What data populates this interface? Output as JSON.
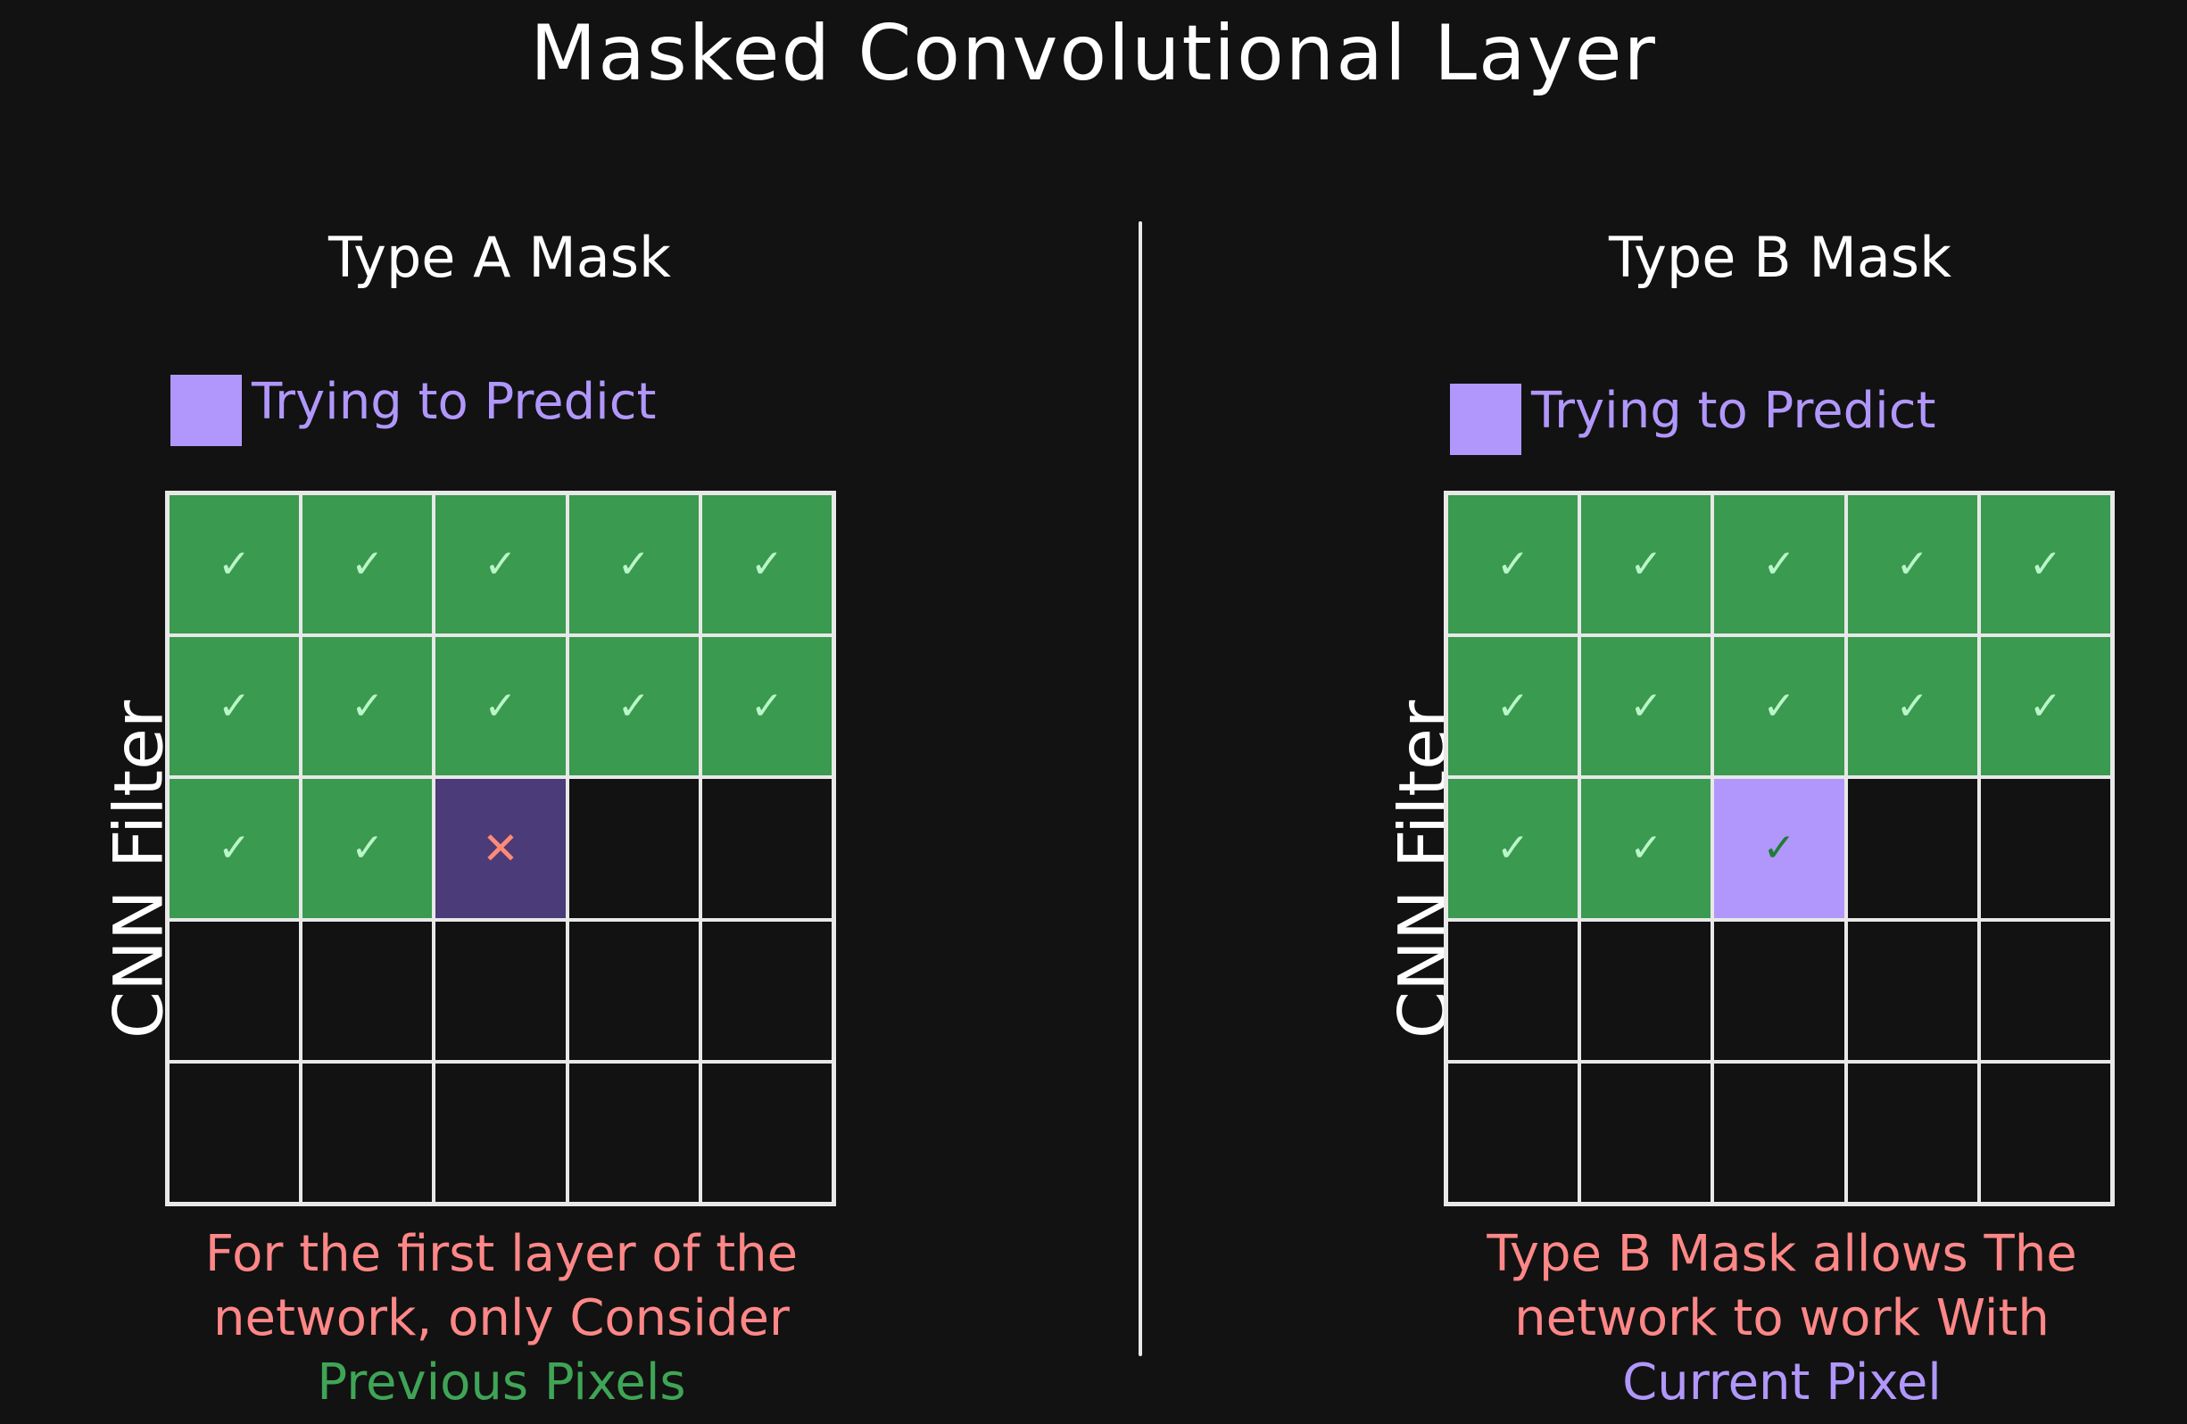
{
  "title": "Masked Convolutional Layer",
  "panels": [
    {
      "title": "Type A Mask",
      "legend": "Trying to Predict",
      "ylabel": "CNN Filter",
      "grid": [
        [
          "ok",
          "ok",
          "ok",
          "ok",
          "ok"
        ],
        [
          "ok",
          "ok",
          "ok",
          "ok",
          "ok"
        ],
        [
          "ok",
          "ok",
          "target-a",
          "empty",
          "empty"
        ],
        [
          "empty",
          "empty",
          "empty",
          "empty",
          "empty"
        ],
        [
          "empty",
          "empty",
          "empty",
          "empty",
          "empty"
        ]
      ],
      "caption_line1": "For the first layer of the",
      "caption_line2": "network, only Consider",
      "caption_line3": "Previous Pixels"
    },
    {
      "title": "Type B Mask",
      "legend": "Trying to Predict",
      "ylabel": "CNN Filter",
      "grid": [
        [
          "ok",
          "ok",
          "ok",
          "ok",
          "ok"
        ],
        [
          "ok",
          "ok",
          "ok",
          "ok",
          "ok"
        ],
        [
          "ok",
          "ok",
          "target-b",
          "empty",
          "empty"
        ],
        [
          "empty",
          "empty",
          "empty",
          "empty",
          "empty"
        ],
        [
          "empty",
          "empty",
          "empty",
          "empty",
          "empty"
        ]
      ],
      "caption_line1": "Type B Mask allows The",
      "caption_line2": "network to work With",
      "caption_line3": "Current Pixel"
    }
  ],
  "symbols": {
    "check": "✓",
    "cross": "✕"
  },
  "colors": {
    "allowed": "#3a9a4f",
    "predict": "#b197fc",
    "masked_target": "#4b3b78",
    "caption": "#ff8787"
  }
}
